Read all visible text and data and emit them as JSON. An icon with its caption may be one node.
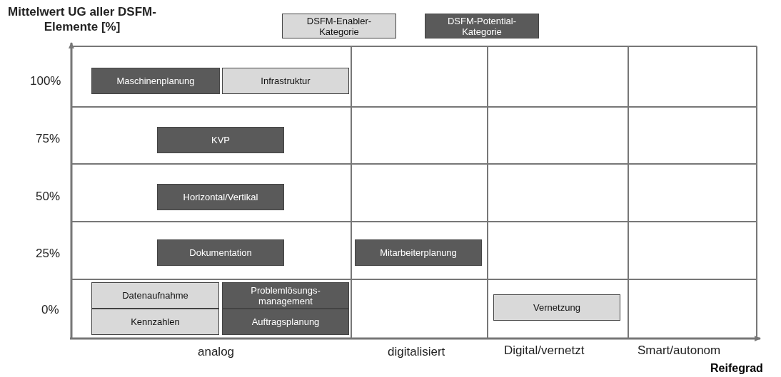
{
  "diagram": {
    "nodes": [
      {
        "text": [
          "Maschinenplanung"
        ]
      },
      {
        "text": [
          "Infrastruktur"
        ]
      },
      {
        "text": [
          "KVP"
        ]
      },
      {
        "text": [
          "Horizontal/Vertikal"
        ]
      },
      {
        "text": [
          "Dokumentation"
        ]
      },
      {
        "text": [
          "Mitarbeiterplanung"
        ]
      },
      {
        "text": [
          "Datenaufnahme"
        ]
      },
      {
        "text": [
          "Problemlösungs- management"
        ]
      },
      {
        "text": [
          "Vernetzung"
        ]
      },
      {
        "text": [
          "Kennzahlen"
        ]
      },
      {
        "text": [
          "Auftragsplanung"
        ]
      }
    ],
    "labels": [
      "Mittelwert UG aller DSFM-Elemente [%]",
      "100%",
      "75%",
      "50%",
      "25%",
      "0%",
      "analog",
      "digitalisiert",
      "Digital/vernetzt",
      "Smart/autonom",
      "Reifegrad"
    ],
    "legend": [
      {
        "text": "DSFM-Enabler-Kategorie",
        "color": "#d9d9d9"
      },
      {
        "text": "DSFM-Potential-Kategorie",
        "color": "#5a5a5a"
      }
    ]
  }
}
